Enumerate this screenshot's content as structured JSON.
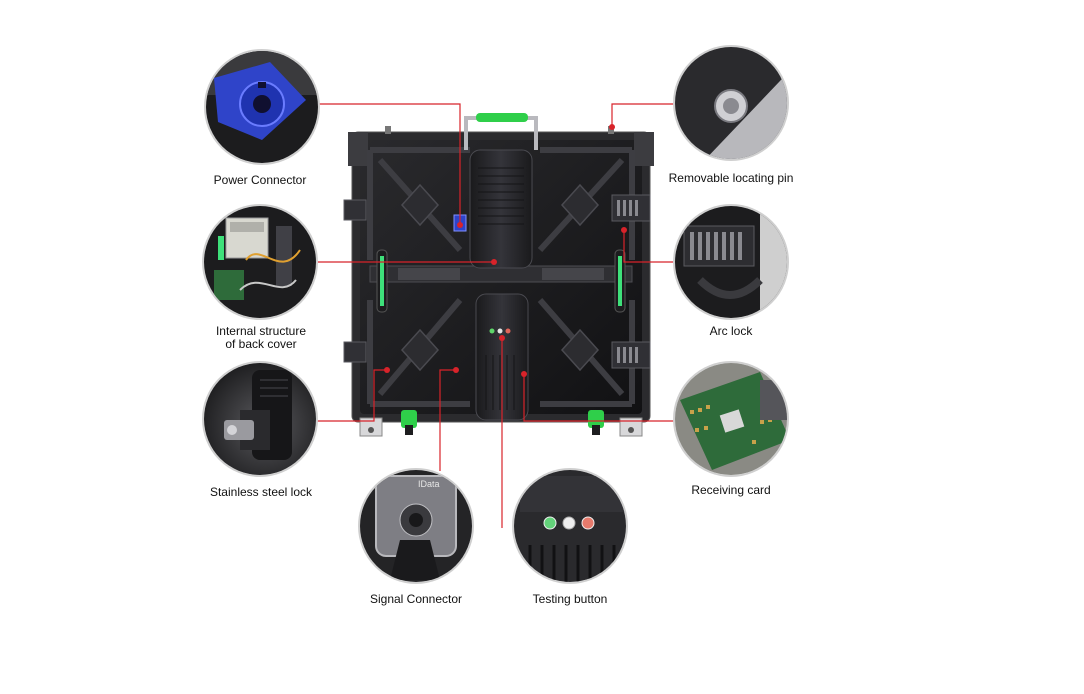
{
  "diagram": {
    "subject": "LED display cabinet back view",
    "colors": {
      "leader_line": "#d8232a",
      "cabinet_body": "#1d1d1f",
      "cabinet_frame": "#3a3a3d",
      "handle_green": "#2fcf4a",
      "accent_green": "#3ee07a",
      "connector_blue": "#2f44c9",
      "pcb_green": "#2e6b3a"
    },
    "callouts": {
      "power_connector": "Power Connector",
      "internal_structure_line1": "Internal structure",
      "internal_structure_line2": "of back cover",
      "stainless_lock": "Stainless steel lock",
      "signal_connector": "Signal Connector",
      "testing_button": "Testing button",
      "receiving_card": "Receiving card",
      "arc_lock": "Arc lock",
      "locating_pin": "Removable locating pin"
    },
    "brand_text": "IData"
  }
}
